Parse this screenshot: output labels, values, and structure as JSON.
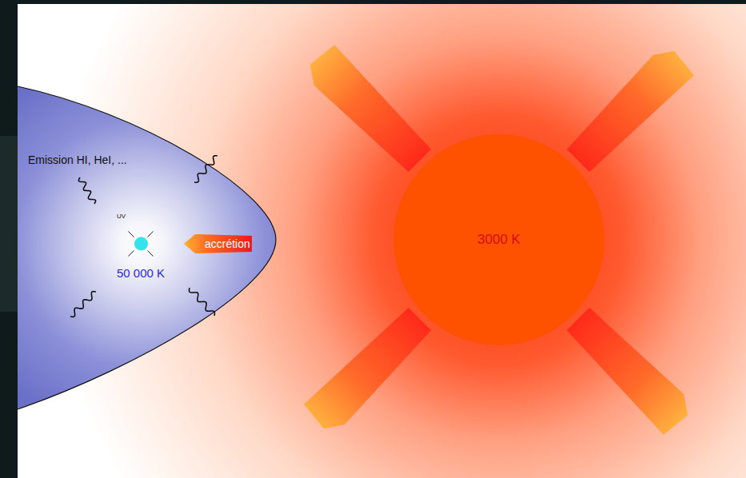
{
  "diagram": {
    "nodes": [
      {
        "text": [
          "Emission HI, HeI, ..."
        ]
      },
      {
        "text": [
          "50 000 K"
        ],
        "in": 0
      },
      {
        "text": [
          "accrétion"
        ],
        "in": 0
      },
      {
        "text": [
          "3000 K"
        ]
      }
    ],
    "labels": [
      "UV"
    ]
  }
}
